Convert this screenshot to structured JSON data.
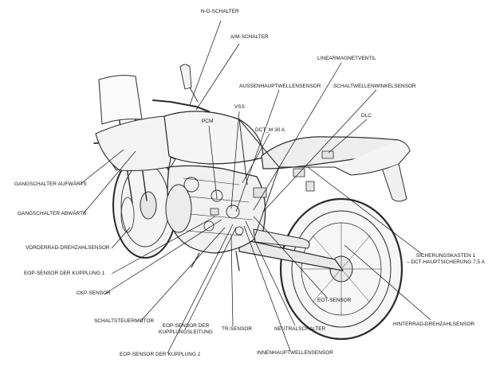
{
  "labels": {
    "nd_schalter": "N-D-SCHALTER",
    "am_schalter": "A/M-SCHALTER",
    "linearmagnetventil": "LINEARMAGNETVENTIL",
    "aussenhauptwellensensor": "AUSSENHAUPTWELLENSENSOR",
    "schaltwellenwinkelsensor": "SCHALTWELLENWINKELSENSOR",
    "vss": "VSS",
    "pcm": "PCM",
    "dct_m": "DCT_M 30 A",
    "dlc": "DLC",
    "gangschalter_auf": "GANGSCHALTER AUFWÄRTS",
    "gangschalter_ab": "GANGSCHALTER ABWÄRTS",
    "vorderrad": "VORDERRAD-DREHZAHLSENSOR",
    "eop_k1": "EOP-SENSOR DER KUPPLUNG 1",
    "ckp": "CKP-SENSOR",
    "schaltsteuermotor": "SCHALTSTEUERMOTOR",
    "eop_leitung_1": "EOP-SENSOR DER",
    "eop_leitung_2": "KUPPLUNGSLEITUNG",
    "eop_k2": "EOP-SENSOR DER KUPPLUNG 2",
    "tr_sensor": "TR-SENSOR",
    "innenhauptwellensensor": "INNENHAUPTWELLENSENSOR",
    "neutralschalter": "NEUTRALSCHALTER",
    "eot_sensor": "EOT-SENSOR",
    "sicherungskasten_1": "SICHERUNGSKASTEN 1",
    "sicherungskasten_2": "– DCT-HAUPTSICHERUNG 7,5 A",
    "hinterrad": "HINTERRAD-DREHZAHLSENSOR"
  }
}
